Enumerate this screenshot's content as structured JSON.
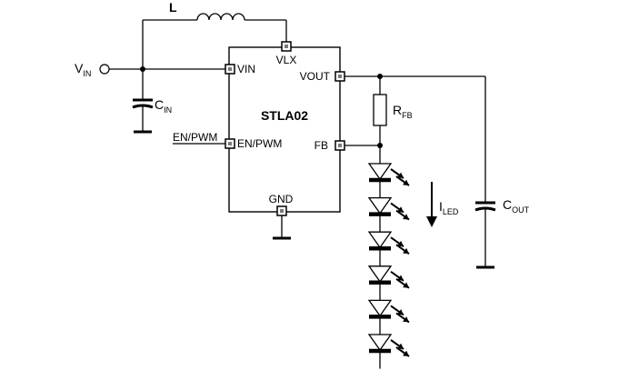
{
  "chip": {
    "name": "STLA02",
    "pins": {
      "vin": "VIN",
      "vlx": "VLX",
      "vout": "VOUT",
      "en_pwm": "EN/PWM",
      "fb": "FB",
      "gnd": "GND"
    }
  },
  "inputs": {
    "vin_main": "V",
    "vin_sub": "IN",
    "en_pwm": "EN/PWM"
  },
  "components": {
    "inductor": "L",
    "cin_main": "C",
    "cin_sub": "IN",
    "rfb_main": "R",
    "rfb_sub": "FB",
    "cout_main": "C",
    "cout_sub": "OUT"
  },
  "current": {
    "main": "I",
    "sub": "LED"
  },
  "led_string_count": 6
}
